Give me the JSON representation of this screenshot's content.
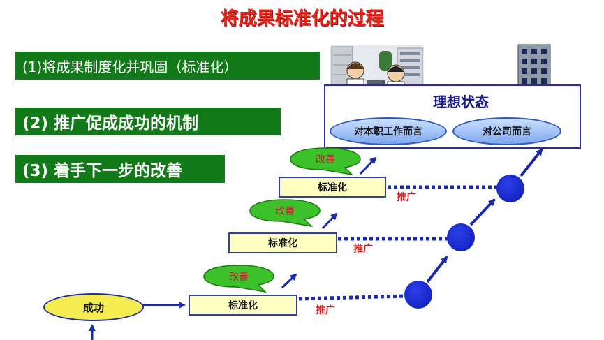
{
  "title": "将成果标准化的过程",
  "steps": [
    "(1)将成果制度化并巩固（标准化）",
    "(2)  推广促成成功的机制",
    "(3)  着手下一步的改善"
  ],
  "ideal_state": {
    "label": "理想状态",
    "items": [
      "对本职工作而言",
      "对公司而言"
    ]
  },
  "start_label": "成功",
  "standardize_label": "标准化",
  "improve_label": "改善",
  "promote_label": "推广"
}
